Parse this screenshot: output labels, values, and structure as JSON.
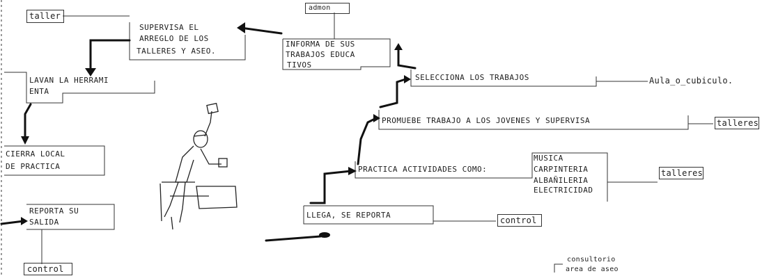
{
  "nodes": {
    "taller_tag": "taller",
    "supervisa_1": "SUPERVISA EL",
    "supervisa_2": "ARREGLO DE LOS",
    "supervisa_3": "TALLERES Y ASEO.",
    "admon_tag": "admon",
    "informa_1": "INFORMA DE SUS",
    "informa_2": "TRABAJOS EDUCA",
    "informa_3": "TIVOS",
    "lavan_1": "LAVAN LA HERRAMI",
    "lavan_2": "ENTA",
    "selecciona": "SELECCIONA LOS TRABAJOS",
    "aula_tag": "Aula_o_cubiculo.",
    "promueve": "PROMUEBE TRABAJO A LOS JOVENES Y SUPERVISA",
    "talleres_tag_1": "talleres",
    "cierra_1": "CIERRA LOCAL",
    "cierra_2": "DE PRACTICA",
    "practica": "PRACTICA ACTIVIDADES COMO:",
    "act_1": "MUSICA",
    "act_2": "CARPINTERIA",
    "act_3": "ALBAÑILERIA",
    "act_4": "ELECTRICIDAD",
    "talleres_tag_2": "talleres",
    "reporta_1": "REPORTA SU",
    "reporta_2": "SALIDA",
    "llega": "LLEGA, SE REPORTA",
    "control_tag_1": "control",
    "control_tag_2": "control",
    "consultorio_1": "consultorio",
    "consultorio_2": "area de aseo"
  }
}
